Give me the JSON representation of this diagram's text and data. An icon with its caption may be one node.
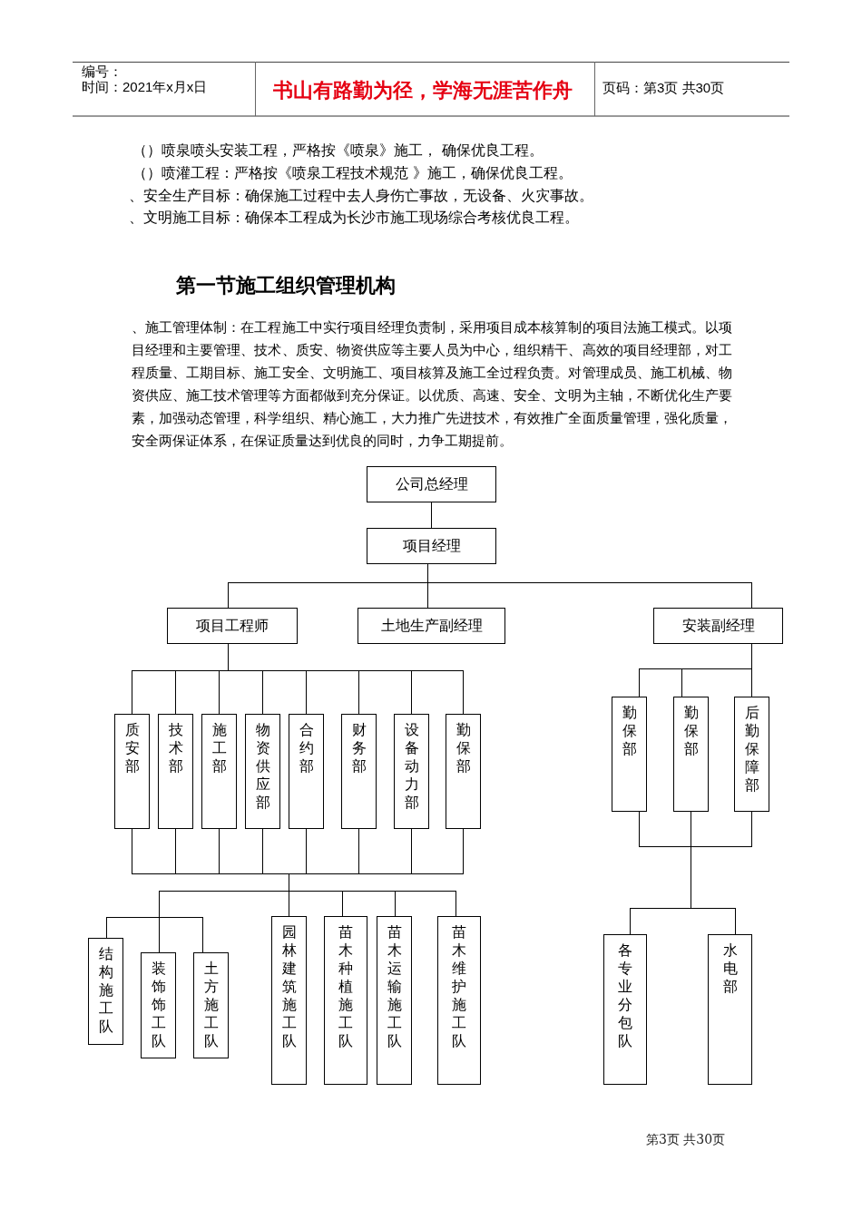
{
  "diagram": {
    "nodes": [
      {
        "text": [
          "公司总经理"
        ]
      },
      {
        "text": [
          "项目经理"
        ]
      },
      {
        "text": [
          "项目工程师"
        ]
      },
      {
        "text": [
          "土地生产副经理"
        ]
      },
      {
        "text": [
          "安装副经理"
        ]
      },
      {
        "text": [
          "质安部"
        ]
      },
      {
        "text": [
          "技术部"
        ]
      },
      {
        "text": [
          "施工部"
        ]
      },
      {
        "text": [
          "物资供应部"
        ]
      },
      {
        "text": [
          "合约部"
        ]
      },
      {
        "text": [
          "财务部"
        ]
      },
      {
        "text": [
          "设备动力部"
        ]
      },
      {
        "text": [
          "勤保部"
        ]
      },
      {
        "text": [
          "勤保部"
        ]
      },
      {
        "text": [
          "勤保部"
        ]
      },
      {
        "text": [
          "后勤保障部"
        ]
      },
      {
        "text": [
          "结构施工队"
        ]
      },
      {
        "text": [
          "装饰饰工队"
        ]
      },
      {
        "text": [
          "土方施工队"
        ]
      },
      {
        "text": [
          "园林建筑施工队"
        ]
      },
      {
        "text": [
          "苗木种植施工队"
        ]
      },
      {
        "text": [
          "苗木运输施工队"
        ]
      },
      {
        "text": [
          "苗木维护施工队"
        ]
      },
      {
        "text": [
          "各专业分包队"
        ]
      },
      {
        "text": [
          "水电部"
        ]
      }
    ],
    "edges": [
      {
        "from": 0,
        "to": 1,
        "arrow": "none"
      },
      {
        "from": 1,
        "to": 2,
        "arrow": "none"
      },
      {
        "from": 1,
        "to": 3,
        "arrow": "none"
      },
      {
        "from": 1,
        "to": 4,
        "arrow": "none"
      },
      {
        "from": 2,
        "to": 5,
        "arrow": "none"
      },
      {
        "from": 2,
        "to": 6,
        "arrow": "none"
      },
      {
        "from": 2,
        "to": 7,
        "arrow": "none"
      },
      {
        "from": 2,
        "to": 8,
        "arrow": "none"
      },
      {
        "from": 2,
        "to": 9,
        "arrow": "none"
      },
      {
        "from": 2,
        "to": 10,
        "arrow": "none"
      },
      {
        "from": 2,
        "to": 11,
        "arrow": "none"
      },
      {
        "from": 2,
        "to": 12,
        "arrow": "none"
      },
      {
        "from": 4,
        "to": 13,
        "arrow": "none"
      },
      {
        "from": 4,
        "to": 14,
        "arrow": "none"
      },
      {
        "from": 4,
        "to": 15,
        "arrow": "none"
      },
      {
        "from": 5,
        "to": 16,
        "arrow": "none"
      },
      {
        "from": 5,
        "to": 17,
        "arrow": "none"
      },
      {
        "from": 5,
        "to": 18,
        "arrow": "none"
      },
      {
        "from": 5,
        "to": 19,
        "arrow": "none"
      },
      {
        "from": 5,
        "to": 20,
        "arrow": "none"
      },
      {
        "from": 5,
        "to": 21,
        "arrow": "none"
      },
      {
        "from": 5,
        "to": 22,
        "arrow": "none"
      },
      {
        "from": 6,
        "to": 16,
        "arrow": "none"
      },
      {
        "from": 6,
        "to": 17,
        "arrow": "none"
      },
      {
        "from": 6,
        "to": 18,
        "arrow": "none"
      },
      {
        "from": 6,
        "to": 19,
        "arrow": "none"
      },
      {
        "from": 6,
        "to": 20,
        "arrow": "none"
      },
      {
        "from": 6,
        "to": 21,
        "arrow": "none"
      },
      {
        "from": 6,
        "to": 22,
        "arrow": "none"
      },
      {
        "from": 7,
        "to": 16,
        "arrow": "none"
      },
      {
        "from": 7,
        "to": 17,
        "arrow": "none"
      },
      {
        "from": 7,
        "to": 18,
        "arrow": "none"
      },
      {
        "from": 7,
        "to": 19,
        "arrow": "none"
      },
      {
        "from": 7,
        "to": 20,
        "arrow": "none"
      },
      {
        "from": 7,
        "to": 21,
        "arrow": "none"
      },
      {
        "from": 7,
        "to": 22,
        "arrow": "none"
      },
      {
        "from": 8,
        "to": 16,
        "arrow": "none"
      },
      {
        "from": 8,
        "to": 17,
        "arrow": "none"
      },
      {
        "from": 8,
        "to": 18,
        "arrow": "none"
      },
      {
        "from": 8,
        "to": 19,
        "arrow": "none"
      },
      {
        "from": 8,
        "to": 20,
        "arrow": "none"
      },
      {
        "from": 8,
        "to": 21,
        "arrow": "none"
      },
      {
        "from": 8,
        "to": 22,
        "arrow": "none"
      },
      {
        "from": 9,
        "to": 16,
        "arrow": "none"
      },
      {
        "from": 9,
        "to": 17,
        "arrow": "none"
      },
      {
        "from": 9,
        "to": 18,
        "arrow": "none"
      },
      {
        "from": 9,
        "to": 19,
        "arrow": "none"
      },
      {
        "from": 9,
        "to": 20,
        "arrow": "none"
      },
      {
        "from": 9,
        "to": 21,
        "arrow": "none"
      },
      {
        "from": 9,
        "to": 22,
        "arrow": "none"
      },
      {
        "from": 10,
        "to": 16,
        "arrow": "none"
      },
      {
        "from": 10,
        "to": 17,
        "arrow": "none"
      },
      {
        "from": 10,
        "to": 18,
        "arrow": "none"
      },
      {
        "from": 10,
        "to": 19,
        "arrow": "none"
      },
      {
        "from": 10,
        "to": 20,
        "arrow": "none"
      },
      {
        "from": 10,
        "to": 21,
        "arrow": "none"
      },
      {
        "from": 10,
        "to": 22,
        "arrow": "none"
      },
      {
        "from": 11,
        "to": 16,
        "arrow": "none"
      },
      {
        "from": 11,
        "to": 17,
        "arrow": "none"
      },
      {
        "from": 11,
        "to": 18,
        "arrow": "none"
      },
      {
        "from": 11,
        "to": 19,
        "arrow": "none"
      },
      {
        "from": 11,
        "to": 20,
        "arrow": "none"
      },
      {
        "from": 11,
        "to": 21,
        "arrow": "none"
      },
      {
        "from": 11,
        "to": 22,
        "arrow": "none"
      },
      {
        "from": 12,
        "to": 16,
        "arrow": "none"
      },
      {
        "from": 12,
        "to": 17,
        "arrow": "none"
      },
      {
        "from": 12,
        "to": 18,
        "arrow": "none"
      },
      {
        "from": 12,
        "to": 19,
        "arrow": "none"
      },
      {
        "from": 12,
        "to": 20,
        "arrow": "none"
      },
      {
        "from": 12,
        "to": 21,
        "arrow": "none"
      },
      {
        "from": 12,
        "to": 22,
        "arrow": "none"
      },
      {
        "from": 13,
        "to": 23,
        "arrow": "none"
      },
      {
        "from": 13,
        "to": 24,
        "arrow": "none"
      },
      {
        "from": 14,
        "to": 23,
        "arrow": "none"
      },
      {
        "from": 14,
        "to": 24,
        "arrow": "none"
      },
      {
        "from": 15,
        "to": 23,
        "arrow": "none"
      },
      {
        "from": 15,
        "to": 24,
        "arrow": "none"
      }
    ],
    "labels": [
      "编号：",
      "时间：2021年x月x日",
      "书山有路勤为径，学海无涯苦作舟",
      "页码：第3页 共30页",
      "（）喷泉喷头安装工程，严格按《喷泉》施工， 确保优良工程。",
      "（）喷灌工程：严格按《喷泉工程技术规范 》施工，确保优良工程。",
      "、安全生产目标：确保施工过程中去人身伤亡事故，无设备、火灾事故。",
      "、文明施工目标：确保本工程成为长沙市施工现场综合考核优良工程。",
      "第一节施工组织管理机构",
      "、施工管理体制：在工程施工中实行项目经理负责制，采用项目成本核算制的项目法施工模式。以项目经理和主要管理、技术、质安、物资供应等主要人员为中心，组织精干、高效的项目经理部，对工程质量、工期目标、施工安全、文明施工、项目核算及施工全过程负责。对管理成员、施工机械、物资供应、施工技术管理等方面都做到充分保证。以优质、高速、安全、文明为主轴，不断优化生产要素，加强动态管理，科学组织、精心施工，大力推广先进技术，有效推广全面质量管理，强化质量，安全两保证体系，在保证质量达到优良的同时，力争工期提前。",
      "第3页 共30页"
    ]
  }
}
